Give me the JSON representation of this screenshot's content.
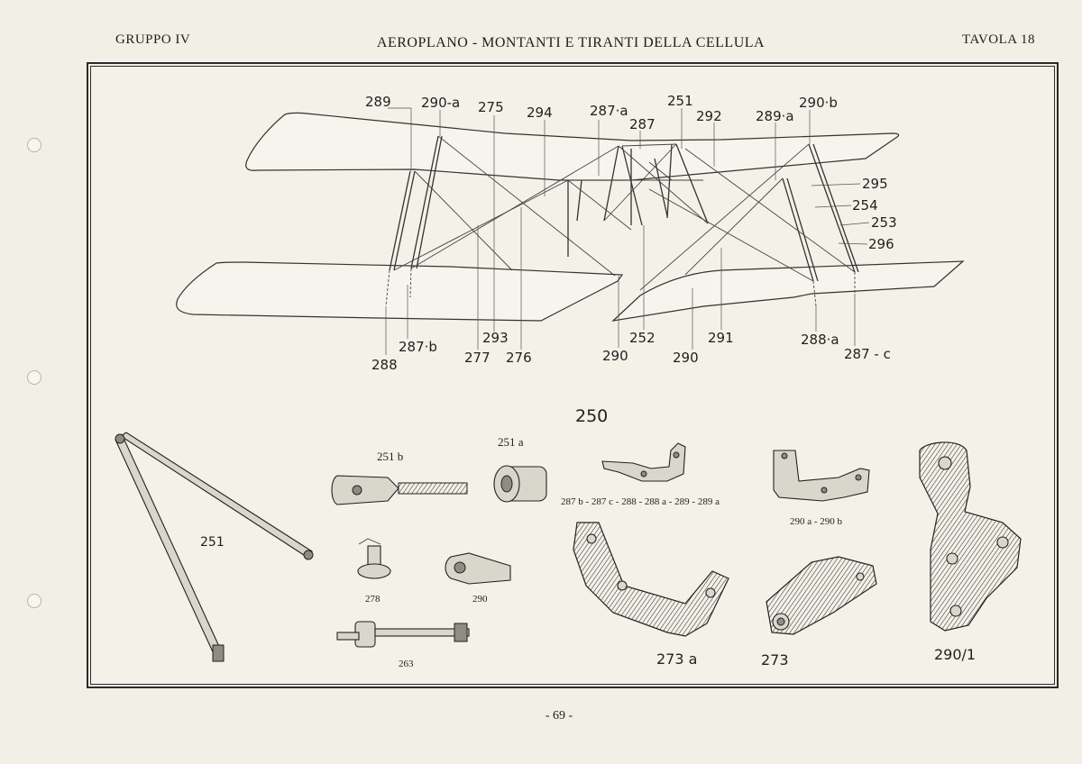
{
  "header": {
    "left": "GRUPPO IV",
    "center": "AEROPLANO - MONTANTI E TIRANTI DELLA CELLULA",
    "right": "TAVOLA 18"
  },
  "page_number": "- 69 -",
  "callouts": {
    "c289": "289",
    "c290a": "290-a",
    "c275": "275",
    "c294": "294",
    "c287a": "287·a",
    "c287": "287",
    "c251": "251",
    "c292": "292",
    "c289a": "289·a",
    "c290b": "290·b",
    "c295": "295",
    "c254": "254",
    "c253": "253",
    "c296": "296",
    "c288": "288",
    "c287b": "287·b",
    "c277": "277",
    "c293": "293",
    "c276": "276",
    "c290_l": "290",
    "c252": "252",
    "c290_r": "290",
    "c291": "291",
    "c288a": "288·a",
    "c287c": "287 - c"
  },
  "parts": {
    "p250": "250",
    "p251b": "251 b",
    "p251a": "251 a",
    "p287group": "287 b - 287 c - 288 - 288 a - 289 - 289 a",
    "p290ab": "290 a - 290 b",
    "p251": "251",
    "p278": "278",
    "p290": "290",
    "p263": "263",
    "p273a": "273 a",
    "p273": "273",
    "p290_1": "290/1"
  }
}
